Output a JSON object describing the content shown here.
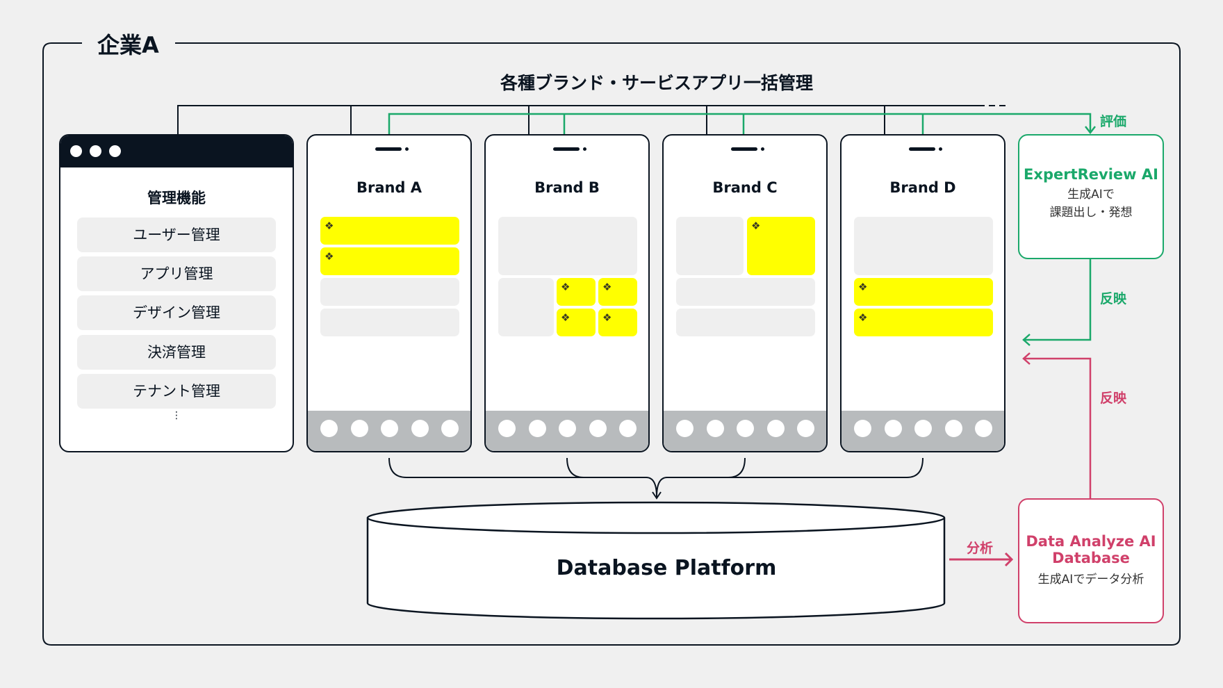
{
  "company": "企業A",
  "title": "各種ブランド・サービスアプリ一括管理",
  "admin": {
    "title": "管理機能",
    "items": [
      "ユーザー管理",
      "アプリ管理",
      "デザイン管理",
      "決済管理",
      "テナント管理"
    ],
    "more": "⋮"
  },
  "brands": [
    "Brand A",
    "Brand B",
    "Brand C",
    "Brand D"
  ],
  "expert": {
    "title": "ExpertReview AI",
    "line1": "生成AIで",
    "line2": "課題出し・発想"
  },
  "data_ai": {
    "title1": "Data Analyze AI",
    "title2": "Database",
    "line1": "生成AIでデータ分析"
  },
  "labels": {
    "evaluate": "評価",
    "reflect_green": "反映",
    "reflect_pink": "反映",
    "analyze": "分析"
  },
  "database": "Database Platform",
  "colors": {
    "dark": "#0a1420",
    "green": "#1aa86a",
    "pink": "#d0406a",
    "yellow": "#ffff00"
  }
}
